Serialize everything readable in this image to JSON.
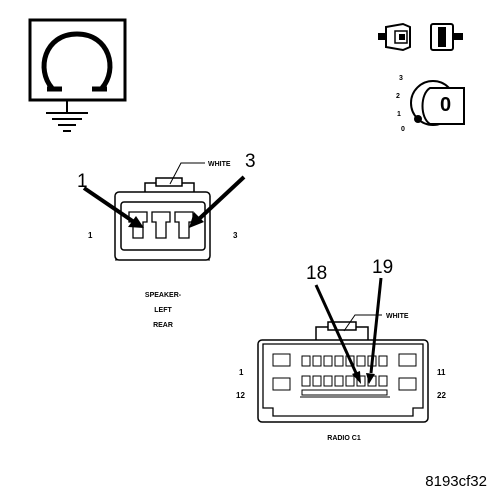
{
  "figure_code": "8193cf32",
  "ohmmeter": {
    "symbol": "Ω"
  },
  "ignition": {
    "key_label": "0",
    "positions": [
      "3",
      "2",
      "1",
      "0"
    ]
  },
  "speaker_connector": {
    "wire_color": "WHITE",
    "callout_left": "1",
    "callout_right": "3",
    "pin_left": "1",
    "pin_right": "3",
    "title_lines": [
      "SPEAKER-",
      "LEFT",
      "REAR"
    ]
  },
  "radio_connector": {
    "wire_color": "WHITE",
    "callout_a": "18",
    "callout_b": "19",
    "pin_top_left": "1",
    "pin_top_right": "11",
    "pin_bottom_left": "12",
    "pin_bottom_right": "22",
    "title": "RADIO C1"
  }
}
